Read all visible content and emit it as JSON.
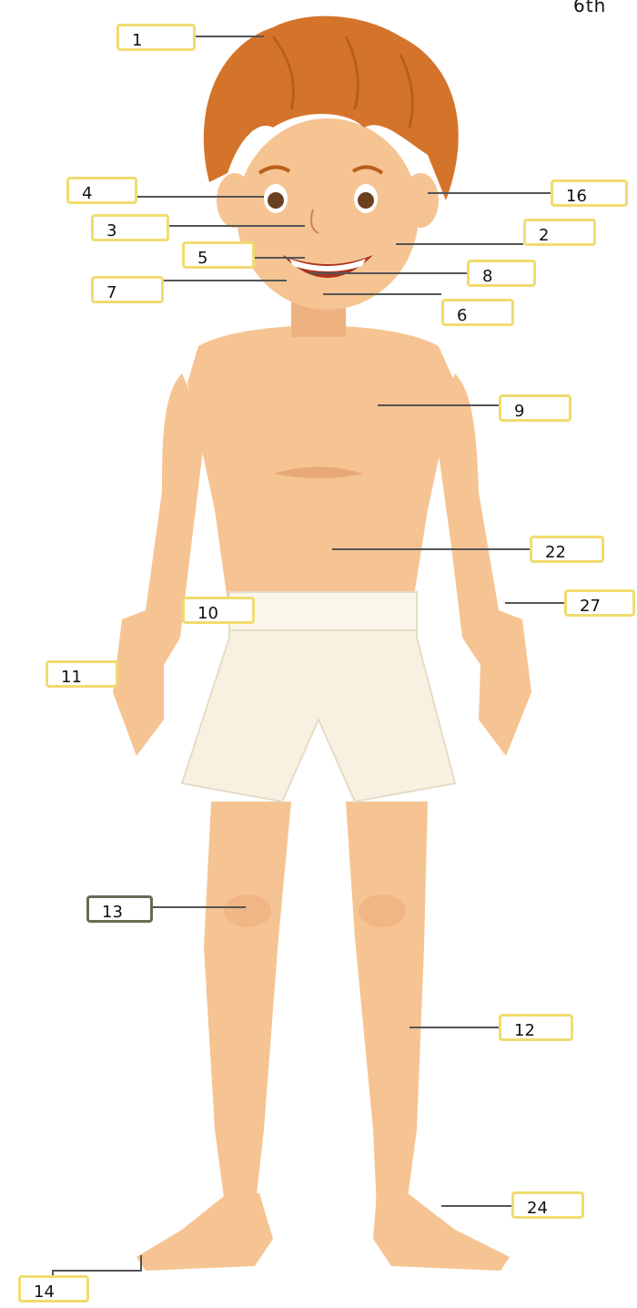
{
  "corner_text": "6th",
  "colors": {
    "skin": "#f6c492",
    "skin_shadow": "#e9a877",
    "hair": "#d4742a",
    "hair_dark": "#b95e1c",
    "shorts": "#f8f1e2",
    "label_border": "#f0dc70",
    "leader_line": "#555555"
  },
  "labels": [
    {
      "id": "1",
      "text": "1"
    },
    {
      "id": "16",
      "text": "16"
    },
    {
      "id": "4",
      "text": "4"
    },
    {
      "id": "3",
      "text": "3"
    },
    {
      "id": "2",
      "text": "2"
    },
    {
      "id": "5",
      "text": "5"
    },
    {
      "id": "8",
      "text": "8"
    },
    {
      "id": "7",
      "text": "7"
    },
    {
      "id": "6",
      "text": "6"
    },
    {
      "id": "9",
      "text": "9"
    },
    {
      "id": "22",
      "text": "22"
    },
    {
      "id": "10",
      "text": "10"
    },
    {
      "id": "27",
      "text": "27"
    },
    {
      "id": "11",
      "text": "11"
    },
    {
      "id": "13",
      "text": "13"
    },
    {
      "id": "12",
      "text": "12"
    },
    {
      "id": "24",
      "text": "24"
    },
    {
      "id": "14",
      "text": "14"
    }
  ]
}
